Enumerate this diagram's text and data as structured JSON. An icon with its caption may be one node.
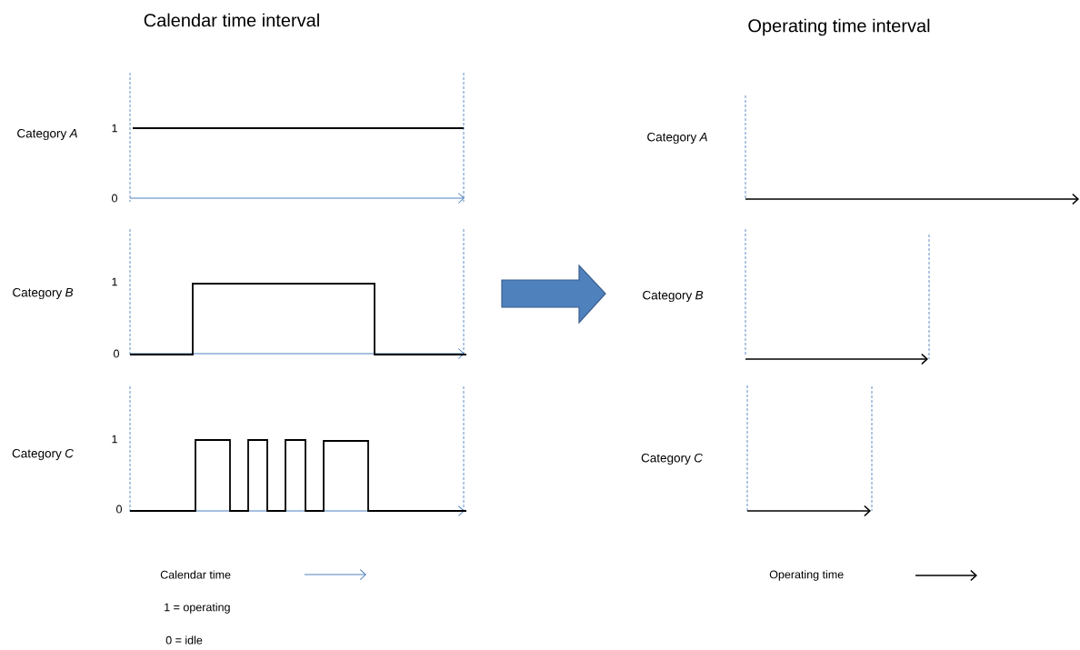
{
  "diagram": {
    "labels": [
      "Calendar time interval",
      "Operating time interval",
      "Category *A*",
      "1",
      "Category *A*",
      "0",
      "Category *B*",
      "1",
      "Category *B*",
      "0",
      "Category *C*",
      "1",
      "Category *C*",
      "0",
      "1  = operating",
      "0  = idle"
    ],
    "legend": [
      {
        "text": "Calendar time"
      },
      {
        "text": "Operating time"
      }
    ]
  }
}
